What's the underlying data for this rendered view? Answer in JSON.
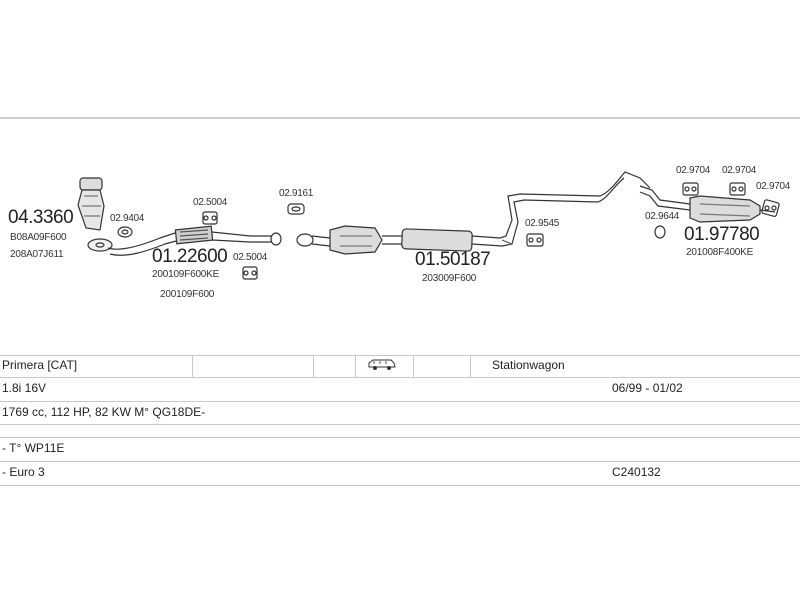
{
  "parts": {
    "cat_number": "04.3360",
    "cat_ref1": "B08A09F600",
    "cat_ref2": "208A07J611",
    "gasket1": "02.9404",
    "front_pipe_number": "01.22600",
    "front_pipe_ref1": "200109F600KE",
    "front_pipe_ref2": "200109F600",
    "hanger1": "02.5004",
    "hanger2": "02.5004",
    "gasket2": "02.9161",
    "middle_number": "01.50187",
    "middle_ref": "203009F600",
    "hanger3": "02.9545",
    "hanger4": "02.9704",
    "hanger5": "02.9704",
    "hanger6": "02.9704",
    "ring": "02.9644",
    "rear_number": "01.97780",
    "rear_ref": "201008F400KE"
  },
  "vehicle": {
    "model": "Primera  [CAT]",
    "body_icon": "station-wagon-car-icon",
    "body_type": "Stationwagon",
    "engine": "1.8i 16V",
    "dates": "06/99 - 01/02",
    "spec": "1769 cc, 112 HP, 82 KW M° QG18DE-",
    "type_code": "- T° WP11E",
    "emission": "- Euro 3",
    "catalog_code": "C240132"
  }
}
